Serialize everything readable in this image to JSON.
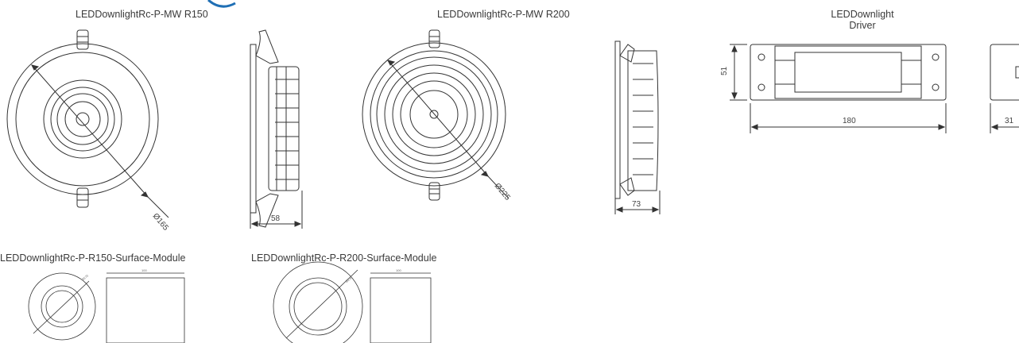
{
  "colors": {
    "accent": "#1f6fb5",
    "line": "#333333"
  },
  "drawings": {
    "r150": {
      "title": "LEDDownlightRc-P-MW R150",
      "diameter": "Ø165",
      "depth": "58"
    },
    "r200": {
      "title": "LEDDownlightRc-P-MW R200",
      "diameter": "Ø225",
      "depth": "73"
    },
    "driver": {
      "title_line1": "LEDDownlight",
      "title_line2": "Driver",
      "length": "180",
      "width": "51",
      "height": "31"
    },
    "surface150": {
      "title": "LEDDownlightRc-P-R150-Surface-Module",
      "diameter": "Ø170",
      "depth": "100"
    },
    "surface200": {
      "title": "LEDDownlightRc-P-R200-Surface-Module",
      "diameter": "Ø230",
      "depth": "100"
    }
  }
}
